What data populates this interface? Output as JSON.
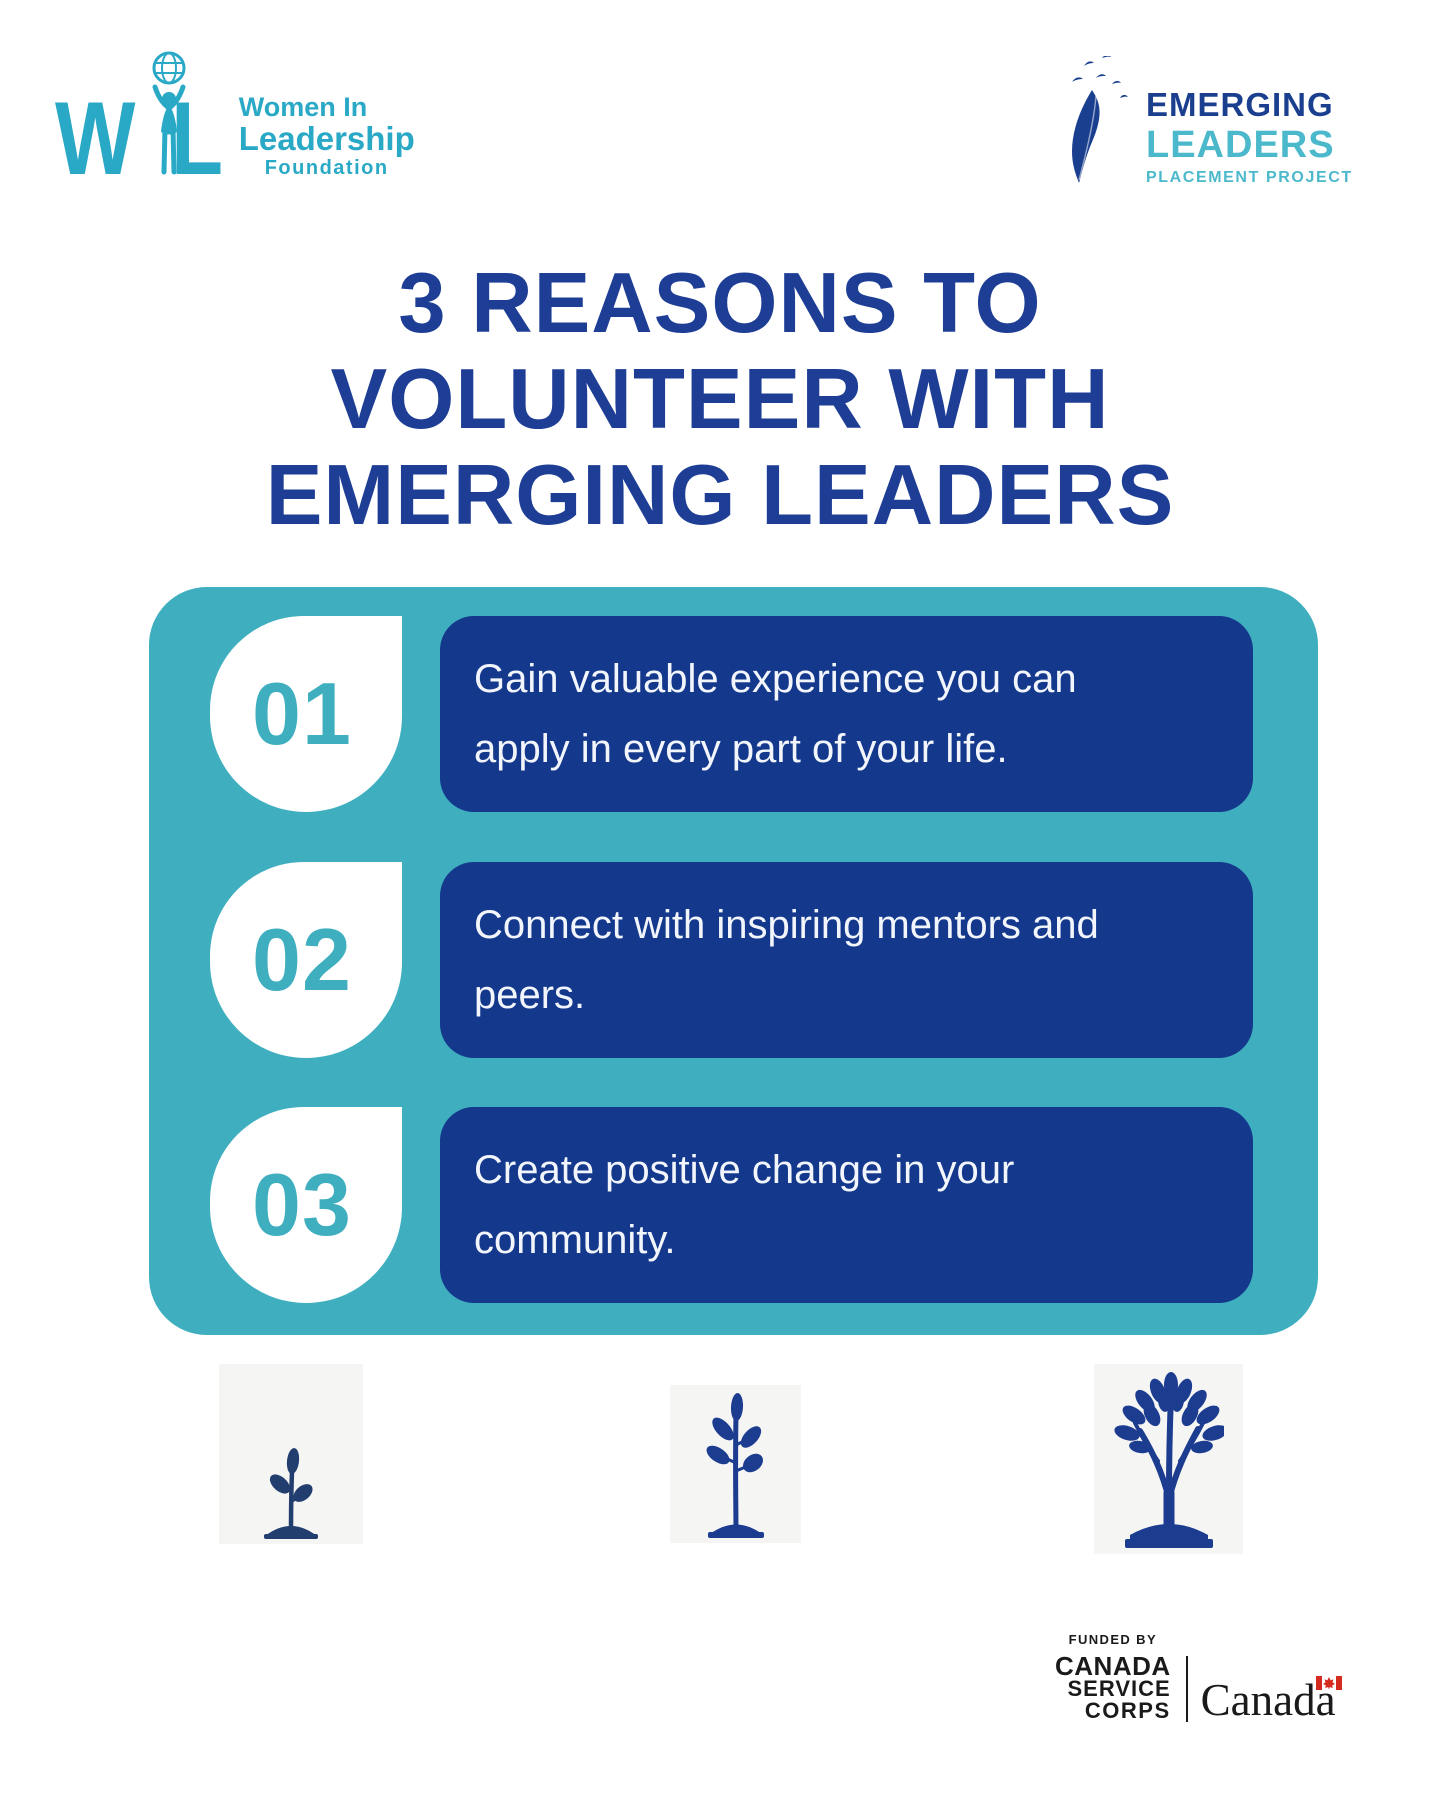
{
  "colors": {
    "wil_teal": "#2AA9C6",
    "el_navy": "#1B3F8F",
    "el_teal": "#4BB9CB",
    "title_navy": "#1E3E96",
    "card_teal": "#3FAFC0",
    "reason_box_navy": "#14388C",
    "reason_text": "#F2F6FC",
    "tree_navy": "#1C3C90",
    "seedling_navy": "#223E6F",
    "placeholder_gray": "#F5F5F4",
    "footer_black": "#1A1A1A",
    "flag_red": "#D52B1E"
  },
  "header": {
    "wil": {
      "letter_w": "W",
      "letter_l": "L",
      "line1": "Women In",
      "line2": "Leadership",
      "line3": "Foundation"
    },
    "emerging": {
      "line1": "EMERGING",
      "line2": "LEADERS",
      "line3": "PLACEMENT PROJECT"
    }
  },
  "title": {
    "line1": "3 REASONS TO",
    "line2": "VOLUNTEER WITH",
    "line3": "EMERGING LEADERS"
  },
  "reasons": [
    {
      "number": "01",
      "text": "Gain valuable experience you can apply in every part of your life."
    },
    {
      "number": "02",
      "text": "Connect with inspiring mentors and peers."
    },
    {
      "number": "03",
      "text": "Create positive change in your community."
    }
  ],
  "growth_icons": [
    "seedling-icon",
    "sapling-icon",
    "tree-icon"
  ],
  "footer": {
    "funded_by": "FUNDED BY",
    "canada_service_corps": [
      "CANADA",
      "SERVICE",
      "CORPS"
    ],
    "canada_wordmark": "Canada"
  }
}
